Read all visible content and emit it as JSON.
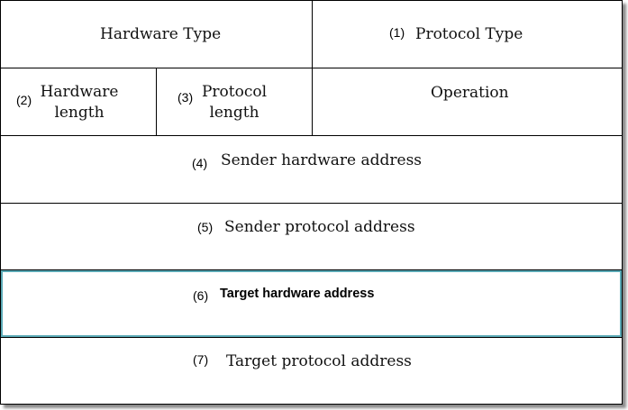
{
  "fields": {
    "hardware_type": {
      "label": "Hardware Type"
    },
    "protocol_type": {
      "number": "(1)",
      "label": "Protocol Type"
    },
    "hardware_length": {
      "number": "(2)",
      "line1": "Hardware",
      "line2": "length"
    },
    "protocol_length": {
      "number": "(3)",
      "line1": "Protocol",
      "line2": "length"
    },
    "operation": {
      "label": "Operation"
    },
    "sender_hardware_address": {
      "number": "(4)",
      "label": "Sender hardware address"
    },
    "sender_protocol_address": {
      "number": "(5)",
      "label": "Sender protocol address"
    },
    "target_hardware_address": {
      "number": "(6)",
      "label": "Target hardware address",
      "highlight_color": "#5aa9b5"
    },
    "target_protocol_address": {
      "number": "(7)",
      "label": "Target protocol address"
    }
  }
}
